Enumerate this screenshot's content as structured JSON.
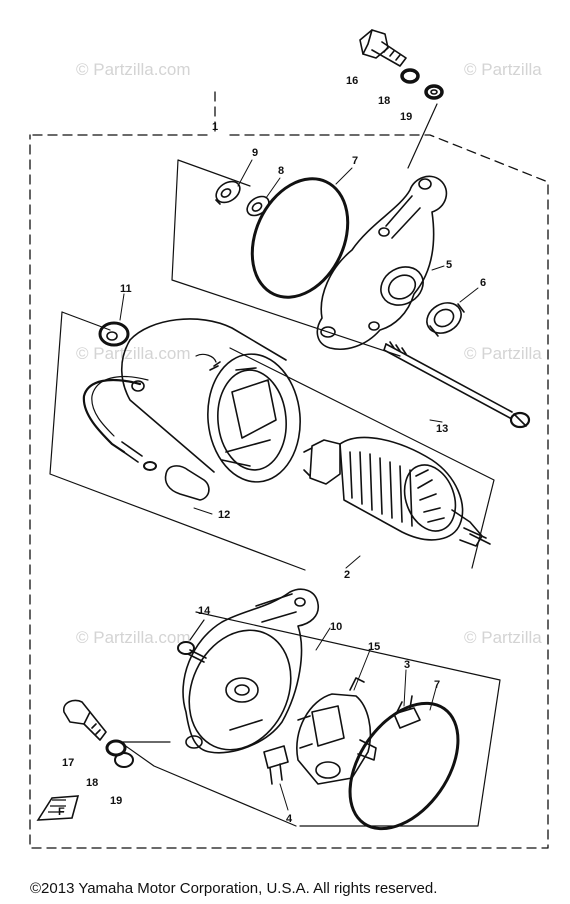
{
  "watermark": "© Partzilla.com",
  "watermark_short": "© Partzilla",
  "copyright": "©2013  Yamaha Motor Corporation, U.S.A. All rights reserved.",
  "assembly_ref": "1",
  "callouts": {
    "c2": "2",
    "c3": "3",
    "c4": "4",
    "c5": "5",
    "c6": "6",
    "c7_top": "7",
    "c7_bottom": "7",
    "c8": "8",
    "c9": "9",
    "c10": "10",
    "c11": "11",
    "c12": "12",
    "c13": "13",
    "c14": "14",
    "c15": "15",
    "c16_top": "16",
    "c18_top": "18",
    "c19_top": "19",
    "c17": "17",
    "c18_bottom": "18",
    "c19_bottom": "19"
  },
  "front_marker": "F"
}
